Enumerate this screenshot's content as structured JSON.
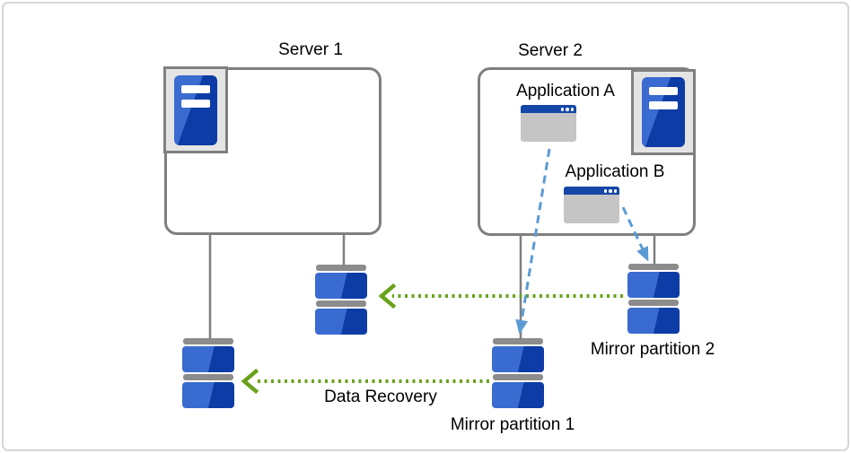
{
  "servers": [
    {
      "label": "Server 1"
    },
    {
      "label": "Server 2"
    }
  ],
  "applications": [
    {
      "label": "Application A"
    },
    {
      "label": "Application B"
    }
  ],
  "partitions": [
    {
      "label": "Mirror partition 1"
    },
    {
      "label": "Mirror partition 2"
    }
  ],
  "annotations": {
    "data_recovery": "Data Recovery"
  },
  "colors": {
    "line_gray": "#7f7f7f",
    "frame_light": "#d6d6d6",
    "icon_frame_fill": "#e4e4e4",
    "bar_gray": "#8c8c8c",
    "blue_light": "#3a6bd0",
    "blue_dark": "#0d3ca6",
    "titlebar_blue": "#1547a8",
    "window_gray": "#c5c5c5",
    "arrow_green": "#6aa21c",
    "arrow_blue": "#5b9bd5",
    "text_black": "#000000"
  }
}
